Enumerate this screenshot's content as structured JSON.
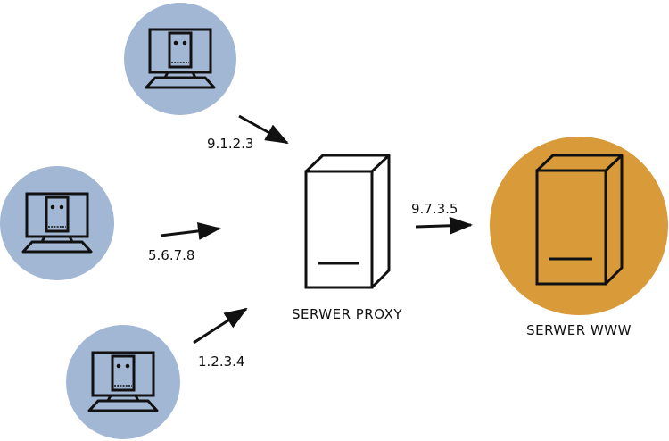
{
  "colors": {
    "client_circle": "#a2b7d4",
    "www_circle": "#d99a3a",
    "outline": "#111111",
    "background": "#ffffff"
  },
  "icons": {
    "client": "computer-monitor-icon",
    "server": "server-tower-icon",
    "connection": "arrow-icon"
  },
  "clients": [
    {
      "ip": "9.1.2.3"
    },
    {
      "ip": "5.6.7.8"
    },
    {
      "ip": "1.2.3.4"
    }
  ],
  "proxy": {
    "label": "SERWER PROXY",
    "ip": "9.7.3.5"
  },
  "www": {
    "label": "SERWER WWW"
  }
}
